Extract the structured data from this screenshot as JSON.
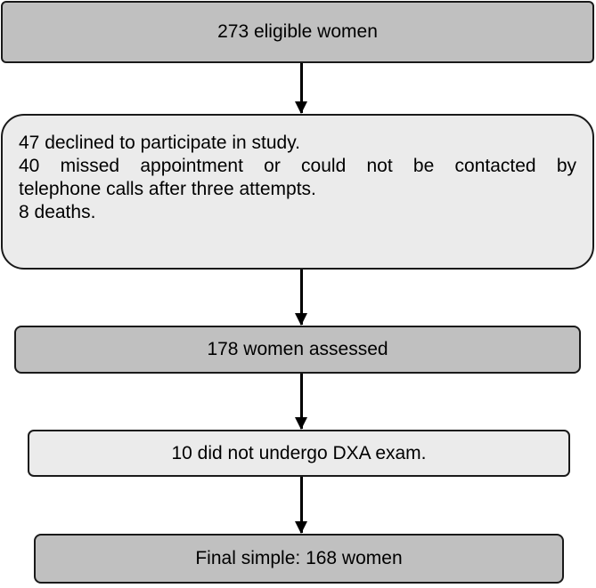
{
  "flowchart": {
    "step1": "273 eligible women",
    "step2": {
      "line1": "47 declined to participate in study.",
      "line2a": "40 missed appointment or could not be contacted by",
      "line2b": "telephone calls after three attempts.",
      "line3": "8 deaths."
    },
    "step3": "178 women assessed",
    "step4": "10 did not undergo DXA exam.",
    "step5": "Final simple: 168 women"
  }
}
